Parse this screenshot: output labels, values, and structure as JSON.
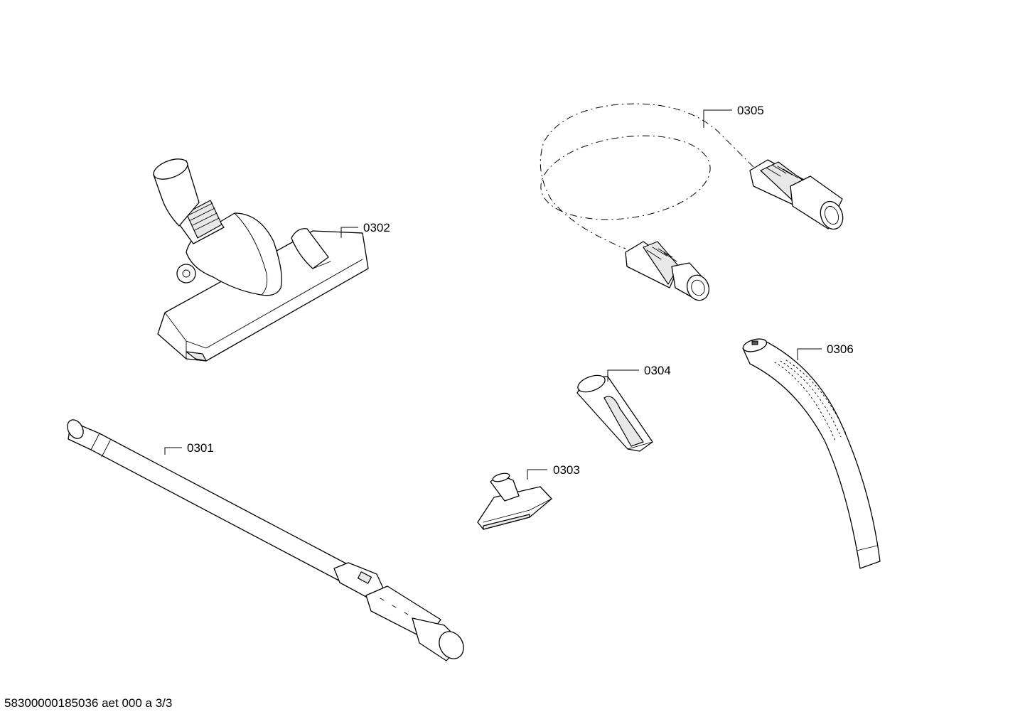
{
  "labels": {
    "p0301": "0301",
    "p0302": "0302",
    "p0303": "0303",
    "p0304": "0304",
    "p0305": "0305",
    "p0306": "0306"
  },
  "footer": "58300000185036 aet 000 a 3/3"
}
